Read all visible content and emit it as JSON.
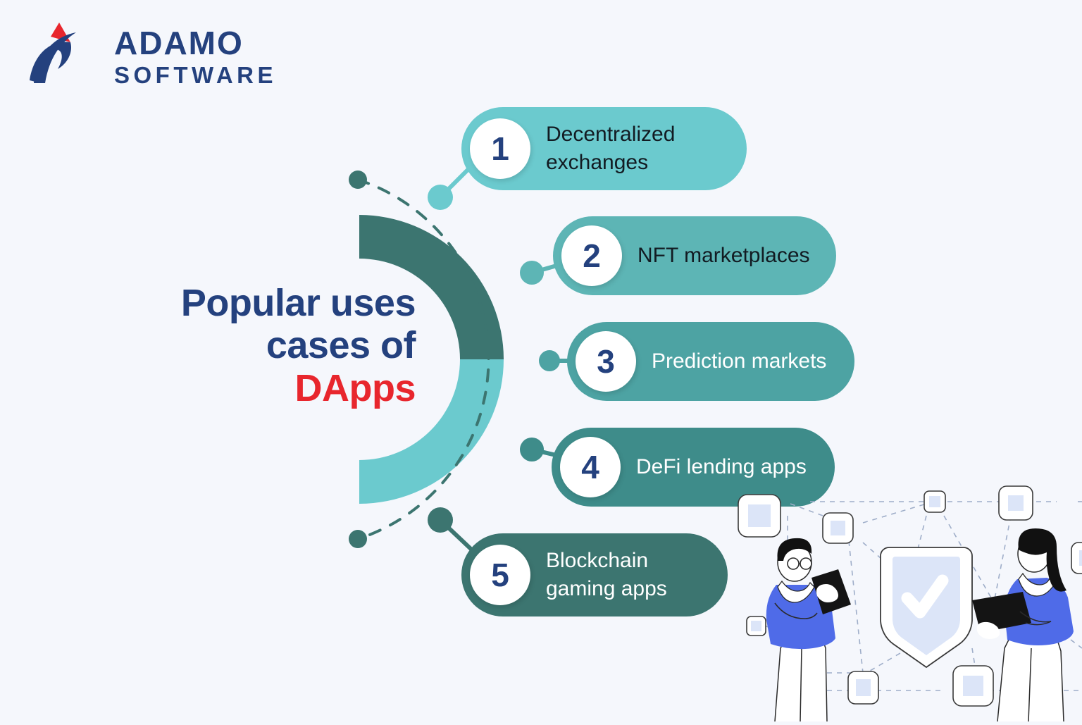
{
  "page": {
    "background_color": "#F5F7FC",
    "title_line1": "Popular uses",
    "title_line2": "cases of",
    "title_accent": "DApps",
    "title_color": "#24417E",
    "accent_color": "#E8262D"
  },
  "logo": {
    "name_top": "ADAMO",
    "name_bottom": "SOFTWARE",
    "brand_color": "#24417E",
    "triangle_color": "#E8262D",
    "mark_icon": "adamo-swoosh-icon"
  },
  "arc": {
    "top_color": "#3C7570",
    "bottom_color": "#6BCACE"
  },
  "orbit": {
    "dash_color": "#3C7570",
    "end_dot_top_color": "#3C7570",
    "end_dot_bottom_color": "#3C7570",
    "nodes": [
      {
        "color": "#6BCACE"
      },
      {
        "color": "#5DB5B5"
      },
      {
        "color": "#4DA3A3"
      },
      {
        "color": "#3E8C8A"
      },
      {
        "color": "#3C7570"
      }
    ]
  },
  "items": [
    {
      "number": "1",
      "label": "Decentralized exchanges",
      "bg_color": "#6BCACE",
      "text_color": "#121B22"
    },
    {
      "number": "2",
      "label": "NFT marketplaces",
      "bg_color": "#5DB5B5",
      "text_color": "#121B22"
    },
    {
      "number": "3",
      "label": "Prediction markets",
      "bg_color": "#4DA3A3",
      "text_color": "#FFFFFF"
    },
    {
      "number": "4",
      "label": "DeFi lending apps",
      "bg_color": "#3E8C8A",
      "text_color": "#FFFFFF"
    },
    {
      "number": "5",
      "label": "Blockchain gaming apps",
      "bg_color": "#3C7570",
      "text_color": "#FFFFFF"
    }
  ],
  "illustration": {
    "shield_icon": "shield-check-icon",
    "shield_fill": "#DCE5F8",
    "person_left_icon": "person-with-tablet-icon",
    "person_right_icon": "person-with-laptop-icon",
    "shirt_color": "#4F6BE8",
    "node_square_icon": "network-node-square-icon",
    "node_fill": "#DCE5F8",
    "link_color": "#9FAEC9"
  }
}
